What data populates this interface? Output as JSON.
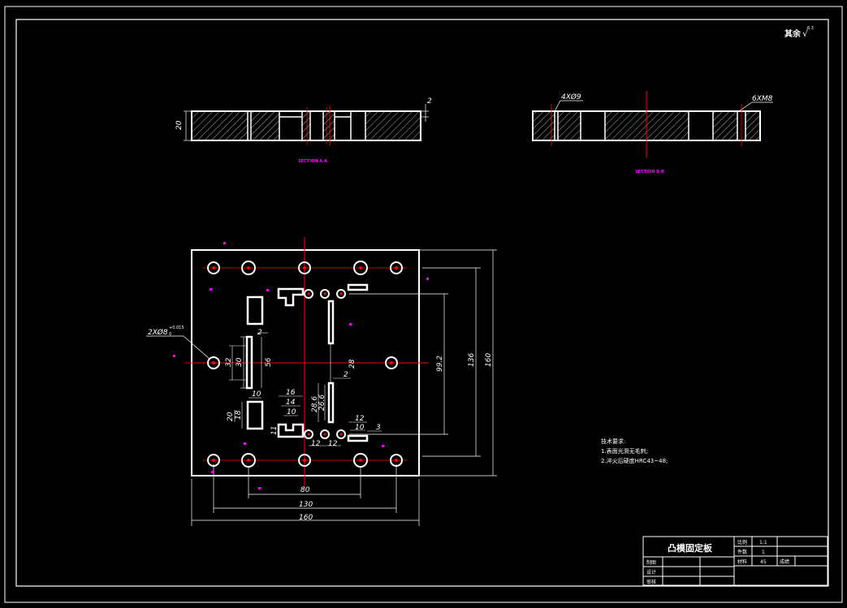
{
  "surface_note": "其余",
  "surface_symbol": "√",
  "surface_value": "6.3",
  "section_a_label": "SECTION A-A",
  "section_b_label": "SECTION B-B",
  "section_a_thickness": "20",
  "section_a_small": "2",
  "section_b_holes_left": "4XØ9",
  "section_b_holes_right": "6XM8",
  "plan": {
    "hole_callout": "2XØ8",
    "hole_tol": "+0.015",
    "hole_tol2": "0",
    "dims": {
      "w160_bottom": "160",
      "w130": "130",
      "w80": "80",
      "h160": "160",
      "h136": "136",
      "h99_2": "99.2",
      "d2a": "2",
      "d32": "32",
      "d30": "30",
      "d56": "56",
      "d28": "28",
      "d2b": "2",
      "d10": "10",
      "d18": "18",
      "d20": "20",
      "d16": "16",
      "d14": "14",
      "d10b": "10",
      "d11": "11",
      "d28_6": "28.6",
      "d26_6": "26.6",
      "d12a": "12",
      "d12b": "12",
      "d12c": "12",
      "d10c": "10",
      "d3": "3"
    }
  },
  "notes": {
    "title": "技术要求:",
    "line1": "1.表面光滑无毛刺;",
    "line2": "2.淬火后硬度HRC43~48;"
  },
  "title_block": {
    "part_name": "凸模固定板",
    "scale_label": "比例",
    "scale_value": "1:1",
    "qty_label": "件数",
    "qty_value": "1",
    "material_label": "材料",
    "material_value": "45",
    "grade_label": "成绩",
    "drawn_label": "制图",
    "design_label": "设计",
    "review_label": "审核"
  },
  "colors": {
    "background": "#000000",
    "line": "#ffffff",
    "center_line": "#ff0000",
    "section_text": "#ff00ff"
  }
}
